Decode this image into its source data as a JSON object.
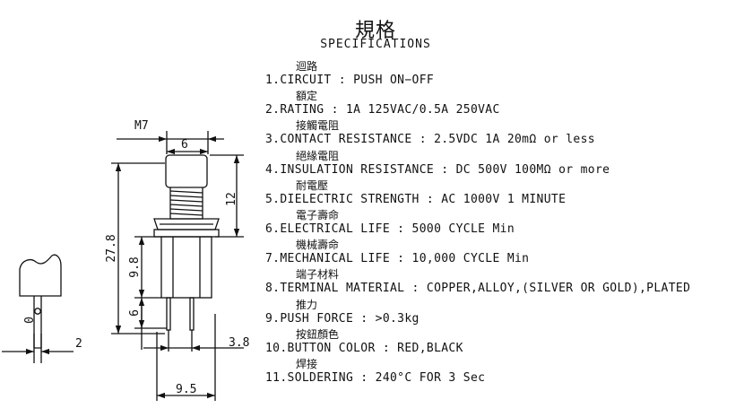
{
  "header": {
    "title": "規格",
    "subtitle": "SPECIFICATIONS"
  },
  "drawing": {
    "thread_label": "M7",
    "dimensions": {
      "cap_width": "6",
      "cap_height": "12",
      "total_height": "27.8",
      "body_height": "9.8",
      "terminal_length": "6",
      "terminal_hole": "0",
      "terminal_thickness": "2",
      "terminal_spacing": "3.8",
      "body_width": "9.5"
    }
  },
  "specs": [
    {
      "cjk": "迴路",
      "text": "1.CIRCUIT : PUSH ON−OFF"
    },
    {
      "cjk": "額定",
      "text": "2.RATING : 1A 125VAC/0.5A 250VAC"
    },
    {
      "cjk": "接觸電阻",
      "text": "3.CONTACT RESISTANCE : 2.5VDC 1A 20mΩ or less"
    },
    {
      "cjk": "絕緣電阻",
      "text": "4.INSULATION RESISTANCE : DC 500V 100MΩ or more"
    },
    {
      "cjk": "耐電壓",
      "text": "5.DIELECTRIC STRENGTH : AC 1000V 1 MINUTE"
    },
    {
      "cjk": "電子壽命",
      "text": "6.ELECTRICAL LIFE : 5000 CYCLE Min"
    },
    {
      "cjk": "機械壽命",
      "text": "7.MECHANICAL LIFE : 10,000 CYCLE Min"
    },
    {
      "cjk": "端子材料",
      "text": "8.TERMINAL MATERIAL : COPPER,ALLOY,(SILVER OR GOLD),PLATED"
    },
    {
      "cjk": "推力",
      "text": "9.PUSH FORCE : >0.3kg"
    },
    {
      "cjk": "按鈕顏色",
      "text": "10.BUTTON COLOR : RED,BLACK"
    },
    {
      "cjk": "焊接",
      "text": "11.SOLDERING : 240°C FOR 3 Sec"
    }
  ]
}
